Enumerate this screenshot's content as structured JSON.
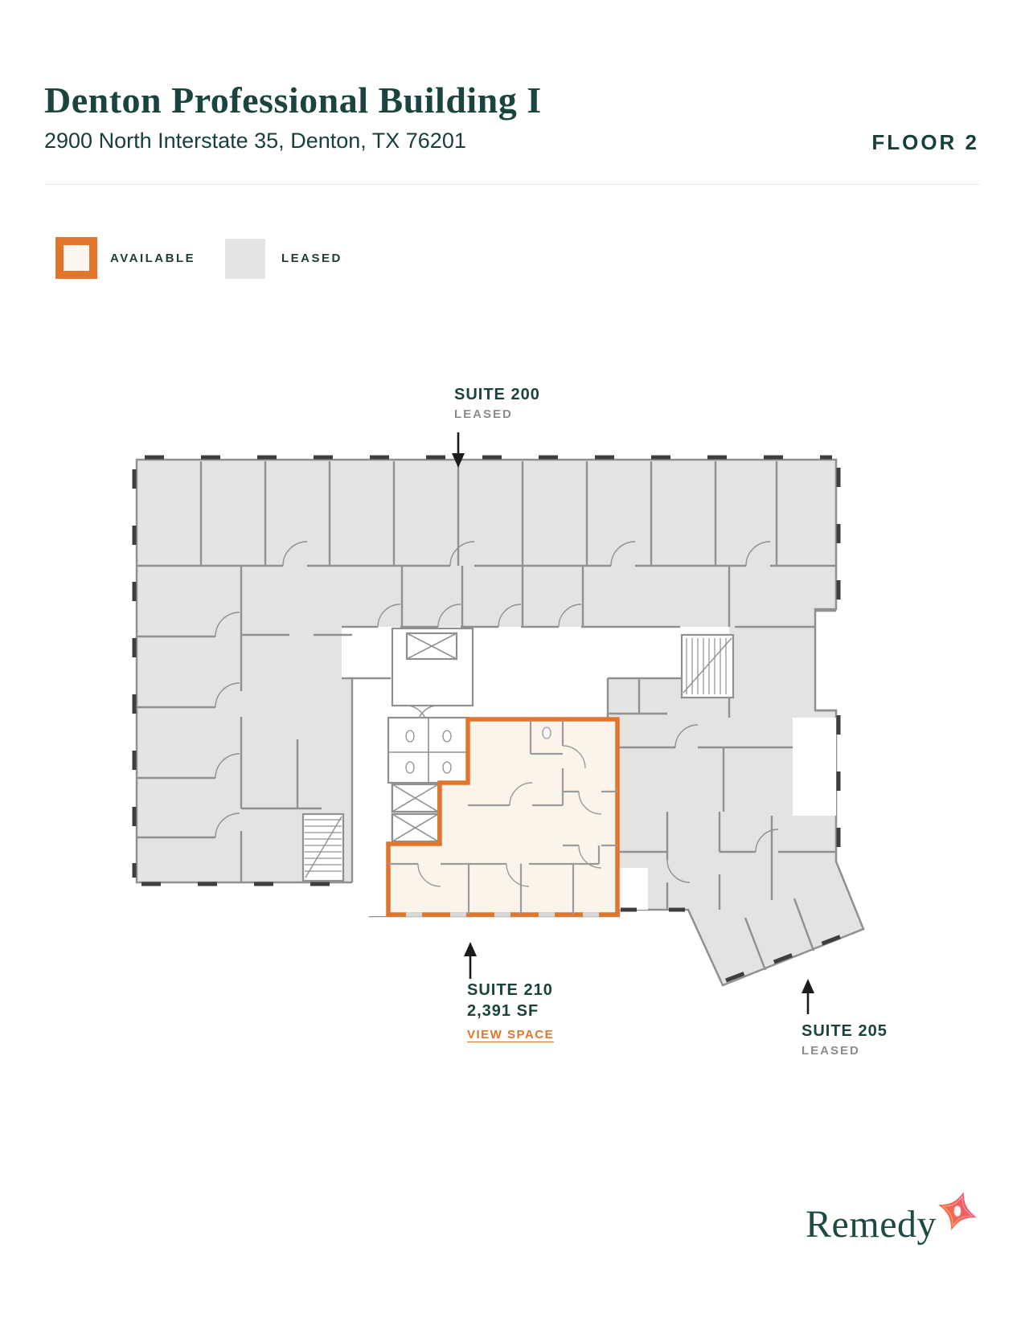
{
  "header": {
    "title": "Denton Professional Building I",
    "address": "2900 North Interstate 35, Denton, TX 76201",
    "floor_label": "FLOOR 2"
  },
  "legend": {
    "available_label": "AVAILABLE",
    "leased_label": "LEASED"
  },
  "suites": {
    "suite200": {
      "name": "SUITE 200",
      "status": "LEASED"
    },
    "suite210": {
      "name": "SUITE 210",
      "area": "2,391 SF",
      "link_label": "VIEW SPACE"
    },
    "suite205": {
      "name": "SUITE 205",
      "status": "LEASED"
    }
  },
  "branding": {
    "logo_text": "Remedy"
  },
  "colors": {
    "accent_orange": "#E0752B",
    "teal_text": "#1B433C",
    "leased_gray": "#E3E4E2",
    "available_fill": "#FBF4EB",
    "wall_gray": "#8F9090",
    "status_gray": "#8C8C8C"
  }
}
